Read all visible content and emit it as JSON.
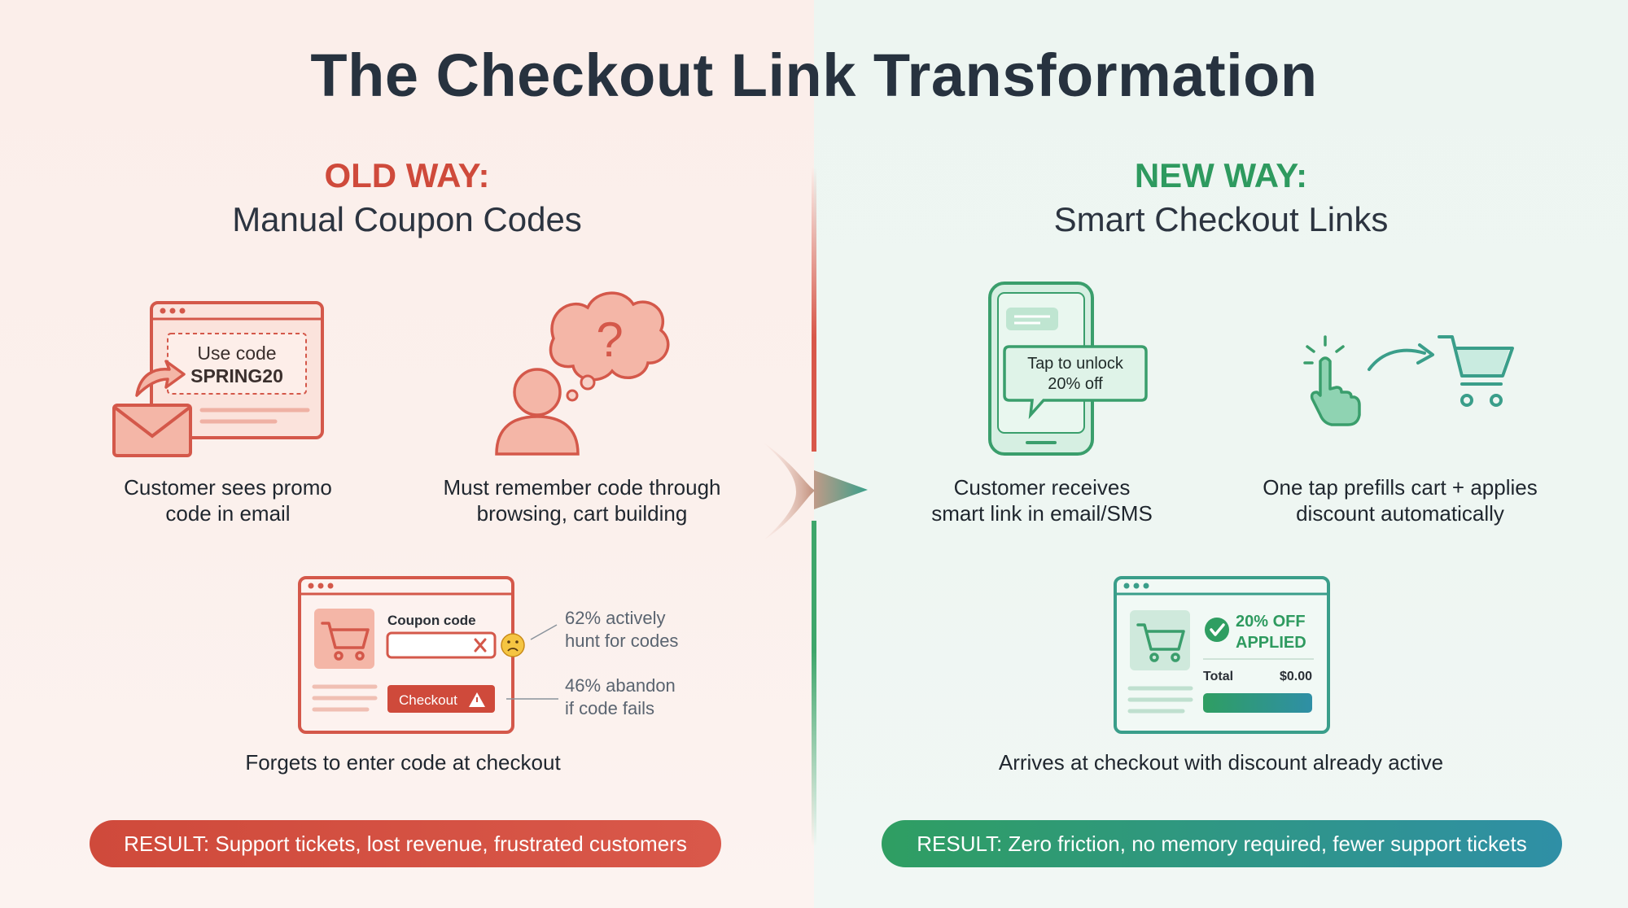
{
  "title": "The Checkout Link Transformation",
  "old_way": {
    "label": "OLD WAY:",
    "subtitle": "Manual Coupon Codes",
    "step1": {
      "caption_line1": "Customer sees promo",
      "caption_line2": "code in email",
      "banner_line1": "Use code",
      "banner_line2": "SPRING20"
    },
    "step2": {
      "caption_line1": "Must remember code through",
      "caption_line2": "browsing, cart building",
      "thought_symbol": "?"
    },
    "step3": {
      "caption": "Forgets to enter code at checkout",
      "coupon_label": "Coupon code",
      "checkout_label": "Checkout",
      "note1_line1": "62% actively",
      "note1_line2": "hunt for codes",
      "note2_line1": "46% abandon",
      "note2_line2": "if code fails"
    },
    "result": "RESULT: Support tickets, lost revenue, frustrated customers",
    "color": "#cf4a3b"
  },
  "new_way": {
    "label": "NEW WAY:",
    "subtitle": "Smart Checkout Links",
    "step1": {
      "caption_line1": "Customer receives",
      "caption_line2": "smart link in email/SMS",
      "bubble_line1": "Tap to unlock",
      "bubble_line2": "20% off"
    },
    "step2": {
      "caption_line1": "One tap prefills cart + applies",
      "caption_line2": "discount automatically"
    },
    "step3": {
      "caption": "Arrives at checkout with discount already active",
      "badge_line1": "20% OFF",
      "badge_line2": "APPLIED",
      "total_label": "Total",
      "total_value": "$0.00"
    },
    "result": "RESULT: Zero friction, no memory required, fewer support tickets",
    "color": "#2e9a5f"
  }
}
